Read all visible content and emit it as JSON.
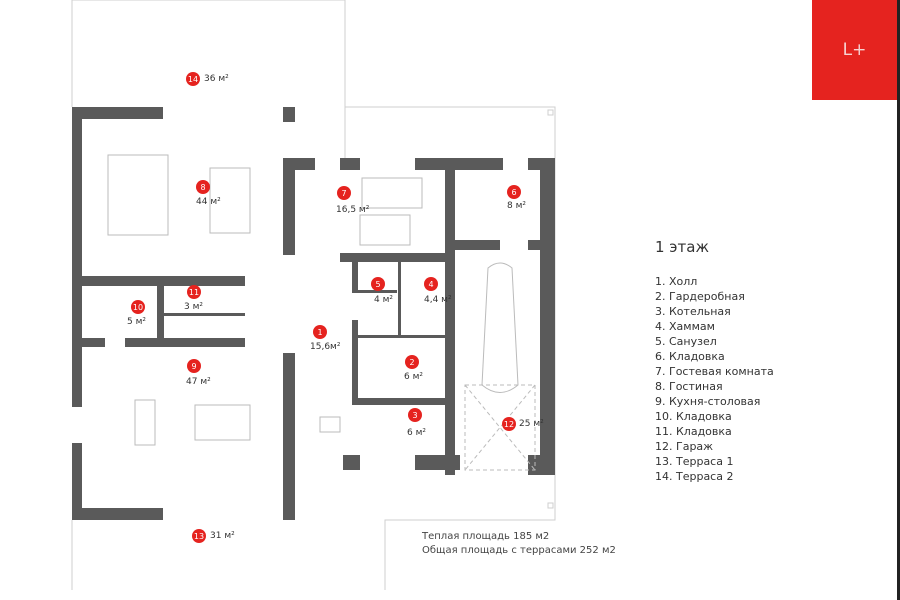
{
  "brand": {
    "logo": "L+",
    "color": "#e5231f"
  },
  "legend": {
    "title": "1 этаж",
    "items": [
      "1. Холл",
      "2. Гардеробная",
      "3. Котельная",
      "4. Хаммам",
      "5. Санузел",
      "6. Кладовка",
      "7. Гостевая комната",
      "8. Гостиная",
      "9. Кухня-столовая",
      "10. Кладовка",
      "11. Кладовка",
      "12. Гараж",
      "13. Терраса 1",
      "14. Терраса 2"
    ]
  },
  "totals": {
    "warm_area": "Теплая площадь 185 м2",
    "total_area": "Общая площадь с террасами 252 м2"
  },
  "rooms": [
    {
      "num": "1",
      "area": "15,6м²"
    },
    {
      "num": "2",
      "area": "6 м²"
    },
    {
      "num": "3",
      "area": "6 м²"
    },
    {
      "num": "4",
      "area": "4,4 м²"
    },
    {
      "num": "5",
      "area": "4 м²"
    },
    {
      "num": "6",
      "area": "8 м²"
    },
    {
      "num": "7",
      "area": "16,5 м²"
    },
    {
      "num": "8",
      "area": "44 м²"
    },
    {
      "num": "9",
      "area": "47 м²"
    },
    {
      "num": "10",
      "area": "5 м²"
    },
    {
      "num": "11",
      "area": "3 м²"
    },
    {
      "num": "12",
      "area": "25 м²"
    },
    {
      "num": "13",
      "area": "31 м²"
    },
    {
      "num": "14",
      "area": "36 м²"
    }
  ],
  "colors": {
    "wall": "#5a5a5a",
    "outline": "#c8c8c8"
  }
}
